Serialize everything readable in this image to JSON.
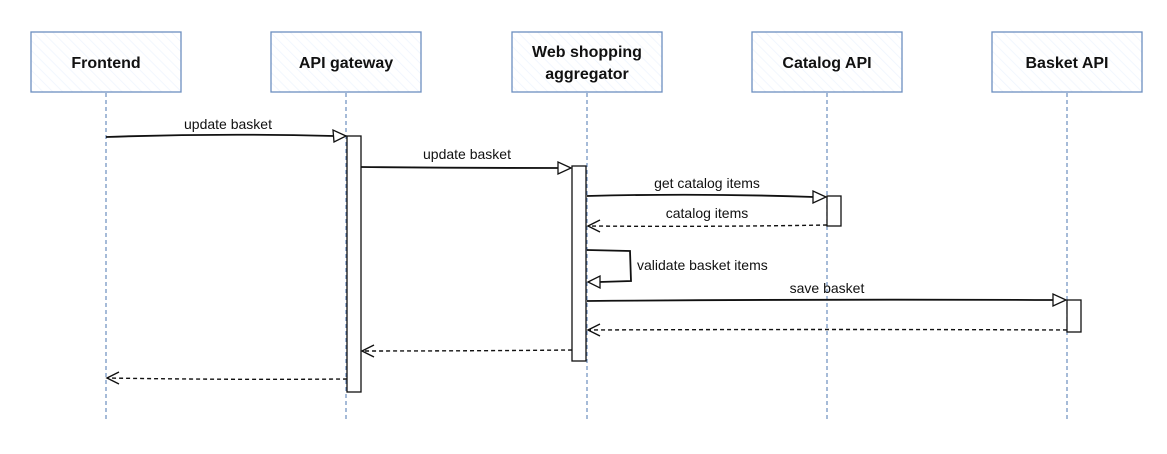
{
  "participants": [
    {
      "id": "frontend",
      "label_lines": [
        "Frontend"
      ]
    },
    {
      "id": "api-gateway",
      "label_lines": [
        "API gateway"
      ]
    },
    {
      "id": "web-shopping-aggregator",
      "label_lines": [
        "Web shopping",
        "aggregator"
      ]
    },
    {
      "id": "catalog-api",
      "label_lines": [
        "Catalog API"
      ]
    },
    {
      "id": "basket-api",
      "label_lines": [
        "Basket API"
      ]
    }
  ],
  "messages": [
    {
      "id": "m1",
      "from": "frontend",
      "to": "api-gateway",
      "kind": "call",
      "label": "update basket"
    },
    {
      "id": "m2",
      "from": "api-gateway",
      "to": "web-shopping-aggregator",
      "kind": "call",
      "label": "update basket"
    },
    {
      "id": "m3",
      "from": "web-shopping-aggregator",
      "to": "catalog-api",
      "kind": "call",
      "label": "get catalog items"
    },
    {
      "id": "m4",
      "from": "catalog-api",
      "to": "web-shopping-aggregator",
      "kind": "return",
      "label": "catalog items"
    },
    {
      "id": "m5",
      "from": "web-shopping-aggregator",
      "to": "web-shopping-aggregator",
      "kind": "self",
      "label": "validate basket items"
    },
    {
      "id": "m6",
      "from": "web-shopping-aggregator",
      "to": "basket-api",
      "kind": "call",
      "label": "save basket"
    },
    {
      "id": "m7",
      "from": "basket-api",
      "to": "web-shopping-aggregator",
      "kind": "return",
      "label": ""
    },
    {
      "id": "m8",
      "from": "web-shopping-aggregator",
      "to": "api-gateway",
      "kind": "return",
      "label": ""
    },
    {
      "id": "m9",
      "from": "api-gateway",
      "to": "frontend",
      "kind": "return",
      "label": ""
    }
  ],
  "colors": {
    "actor_border": "#6c8ebf",
    "actor_hatch": "#dae8fc",
    "lifeline": "#6c8ebf",
    "line": "#111111"
  }
}
